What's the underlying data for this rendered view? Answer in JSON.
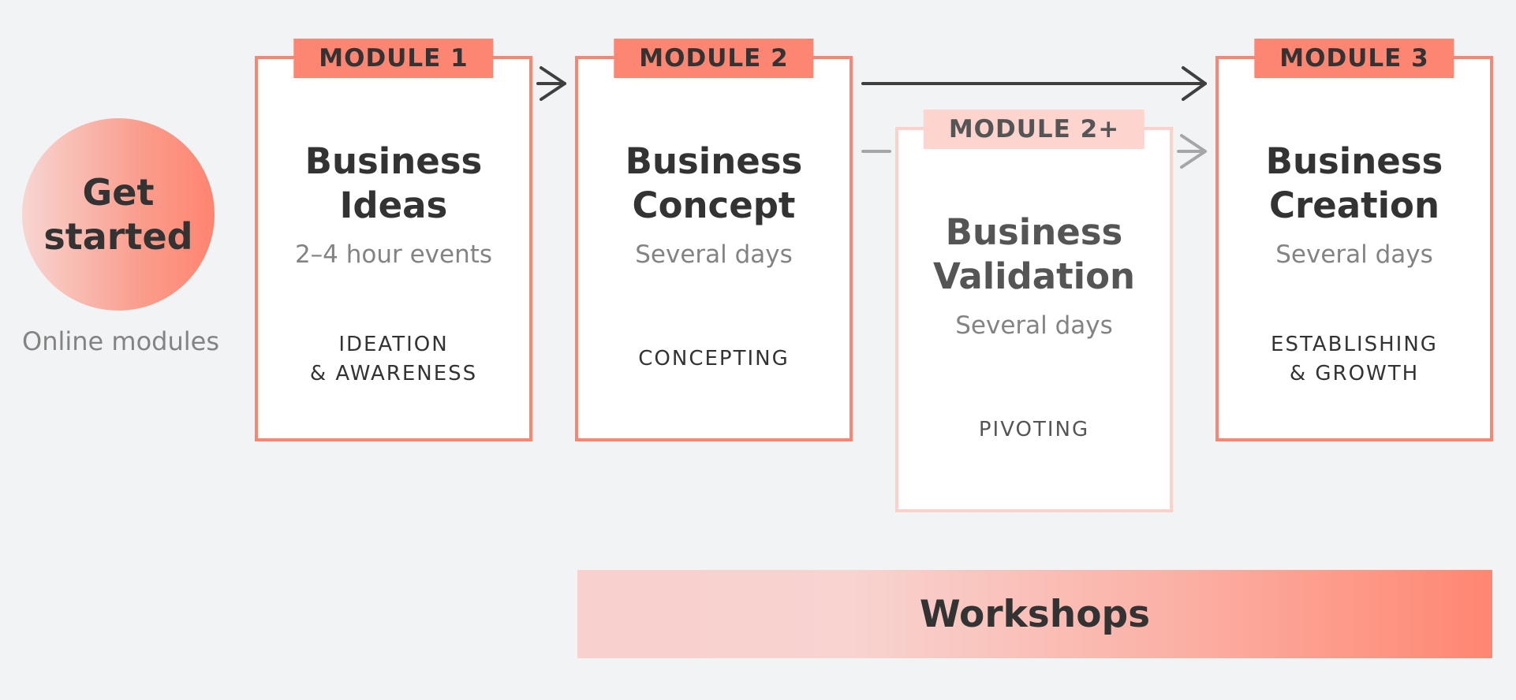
{
  "get_started": {
    "label": "Get\nstarted",
    "caption": "Online modules"
  },
  "modules": [
    {
      "tag": "MODULE 1",
      "title": "Business\nIdeas",
      "duration": "2–4 hour events",
      "category": "IDEATION\n& AWARENESS"
    },
    {
      "tag": "MODULE 2",
      "title": "Business\nConcept",
      "duration": "Several days",
      "category": "CONCEPTING"
    },
    {
      "tag": "MODULE 2+",
      "title": "Business\nValidation",
      "duration": "Several days",
      "category": "PIVOTING"
    },
    {
      "tag": "MODULE 3",
      "title": "Business\nCreation",
      "duration": "Several days",
      "category": "ESTABLISHING\n& GROWTH"
    }
  ],
  "workshops": {
    "label": "Workshops"
  },
  "colors": {
    "accent": "#fd8672",
    "accent_light": "#fdd4ce",
    "text_dark": "#333333",
    "text_muted": "#838383",
    "background": "#f2f3f5"
  }
}
